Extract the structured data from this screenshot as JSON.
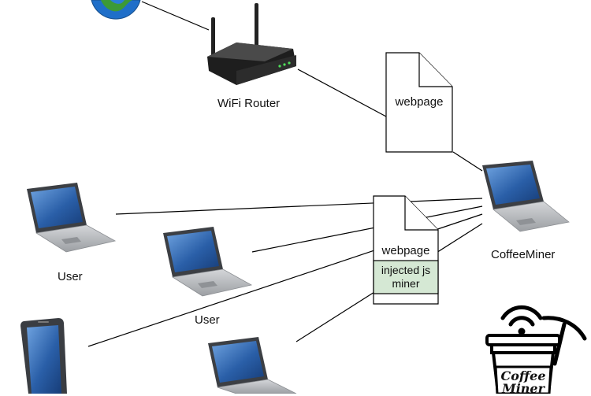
{
  "nodes": {
    "router_label": "WiFi Router",
    "attacker_label": "CoffeeMiner",
    "user1_label": "User",
    "user2_label": "User"
  },
  "documents": {
    "top_label": "webpage",
    "bottom_label": "webpage",
    "injected_line1": "injected js",
    "injected_line2": "miner"
  },
  "logo": {
    "line1": "Coffee",
    "line2": "Miner"
  },
  "colors": {
    "injected_fill": "#d5e8d4",
    "screen": "#2a5fa8",
    "laptop_body": "#b9bcc0",
    "router_body": "#2b2b2b",
    "globe_blue": "#1f6fc9",
    "globe_green": "#3c9a37"
  },
  "icons": [
    "globe-icon",
    "router-icon",
    "laptop-icon",
    "phone-icon",
    "coffee-cup-icon"
  ]
}
